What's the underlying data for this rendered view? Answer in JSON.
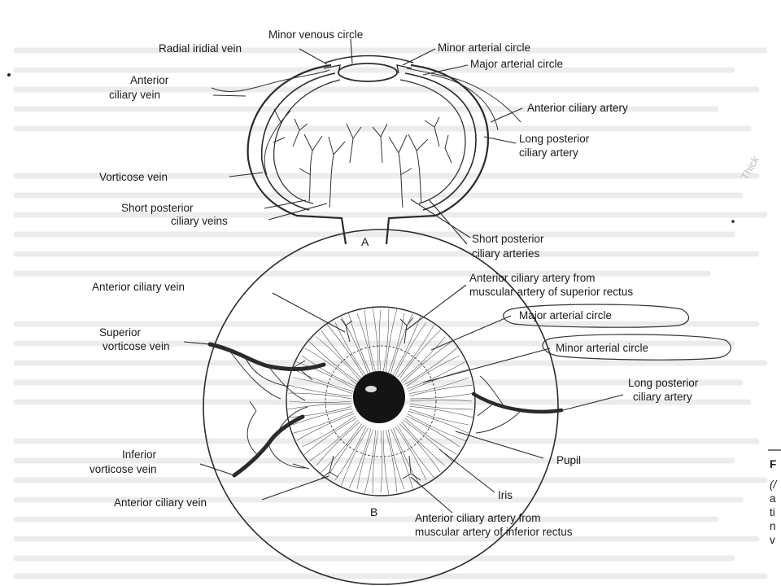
{
  "diagram_a": {
    "panel_label": "A",
    "labels": {
      "minor_venous_circle": "Minor venous circle",
      "radial_iridial_vein": "Radial iridial vein",
      "minor_arterial_circle": "Minor arterial circle",
      "major_arterial_circle": "Major arterial circle",
      "anterior_ciliary_vein_1": "Anterior",
      "anterior_ciliary_vein_2": "ciliary vein",
      "anterior_ciliary_artery": "Anterior ciliary artery",
      "long_posterior_ciliary_artery_1": "Long posterior",
      "long_posterior_ciliary_artery_2": "ciliary artery",
      "vorticose_vein": "Vorticose vein",
      "short_posterior_ciliary_veins_1": "Short posterior",
      "short_posterior_ciliary_veins_2": "ciliary veins",
      "short_posterior_ciliary_arteries_1": "Short posterior",
      "short_posterior_ciliary_arteries_2": "ciliary arteries"
    }
  },
  "diagram_b": {
    "panel_label": "B",
    "labels": {
      "anterior_ciliary_vein_top": "Anterior ciliary vein",
      "anterior_ciliary_artery_superior_1": "Anterior ciliary artery from",
      "anterior_ciliary_artery_superior_2": "muscular artery of superior rectus",
      "major_arterial_circle": "Major arterial circle",
      "minor_arterial_circle": "Minor arterial circle",
      "superior_vorticose_vein_1": "Superior",
      "superior_vorticose_vein_2": "vorticose vein",
      "long_posterior_ciliary_artery_1": "Long posterior",
      "long_posterior_ciliary_artery_2": "ciliary artery",
      "pupil": "Pupil",
      "inferior_vorticose_vein_1": "Inferior",
      "inferior_vorticose_vein_2": "vorticose vein",
      "anterior_ciliary_vein_bottom": "Anterior ciliary vein",
      "iris": "Iris",
      "anterior_ciliary_artery_inferior_1": "Anterior ciliary artery from",
      "anterior_ciliary_artery_inferior_2": "muscular artery of inferior rectus"
    }
  },
  "margin_fragments": {
    "right_edge": [
      "F",
      "(/",
      "a",
      "ti",
      "n",
      "v"
    ],
    "handwritten": "Thick"
  }
}
